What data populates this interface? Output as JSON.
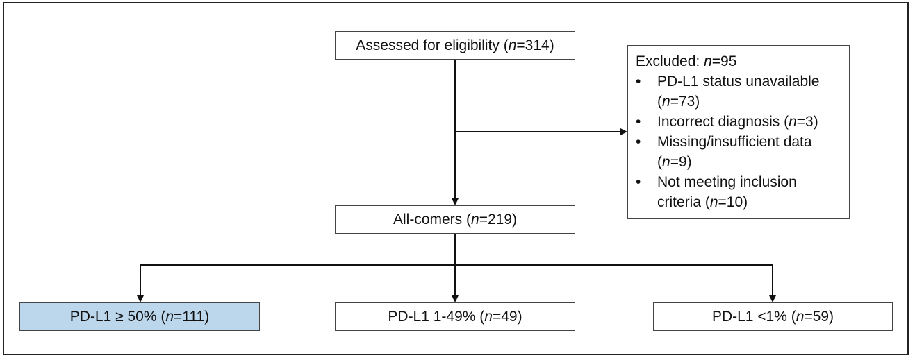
{
  "flow": {
    "assessed": {
      "label": "Assessed for eligibility (",
      "n_label": "n",
      "n_value": "=314)"
    },
    "excluded": {
      "title_prefix": "Excluded: ",
      "n_label": "n",
      "n_value": "=95",
      "reasons": [
        {
          "text": "PD-L1 status unavailable (",
          "n_label": "n",
          "n_value": "=73)"
        },
        {
          "text": "Incorrect diagnosis (",
          "n_label": "n",
          "n_value": "=3)"
        },
        {
          "text": "Missing/insufficient data (",
          "n_label": "n",
          "n_value": "=9)"
        },
        {
          "text": "Not meeting inclusion criteria (",
          "n_label": "n",
          "n_value": "=10)"
        }
      ]
    },
    "all_comers": {
      "label": "All-comers (",
      "n_label": "n",
      "n_value": "=219)"
    },
    "groups": [
      {
        "label": "PD-L1 ≥ 50% (",
        "n_label": "n",
        "n_value": "=111)",
        "highlight_color": "#bcd7ec"
      },
      {
        "label": "PD-L1 1-49% (",
        "n_label": "n",
        "n_value": "=49)"
      },
      {
        "label": "PD-L1 <1% (",
        "n_label": "n",
        "n_value": "=59)"
      }
    ],
    "bullet_symbol": "•"
  }
}
